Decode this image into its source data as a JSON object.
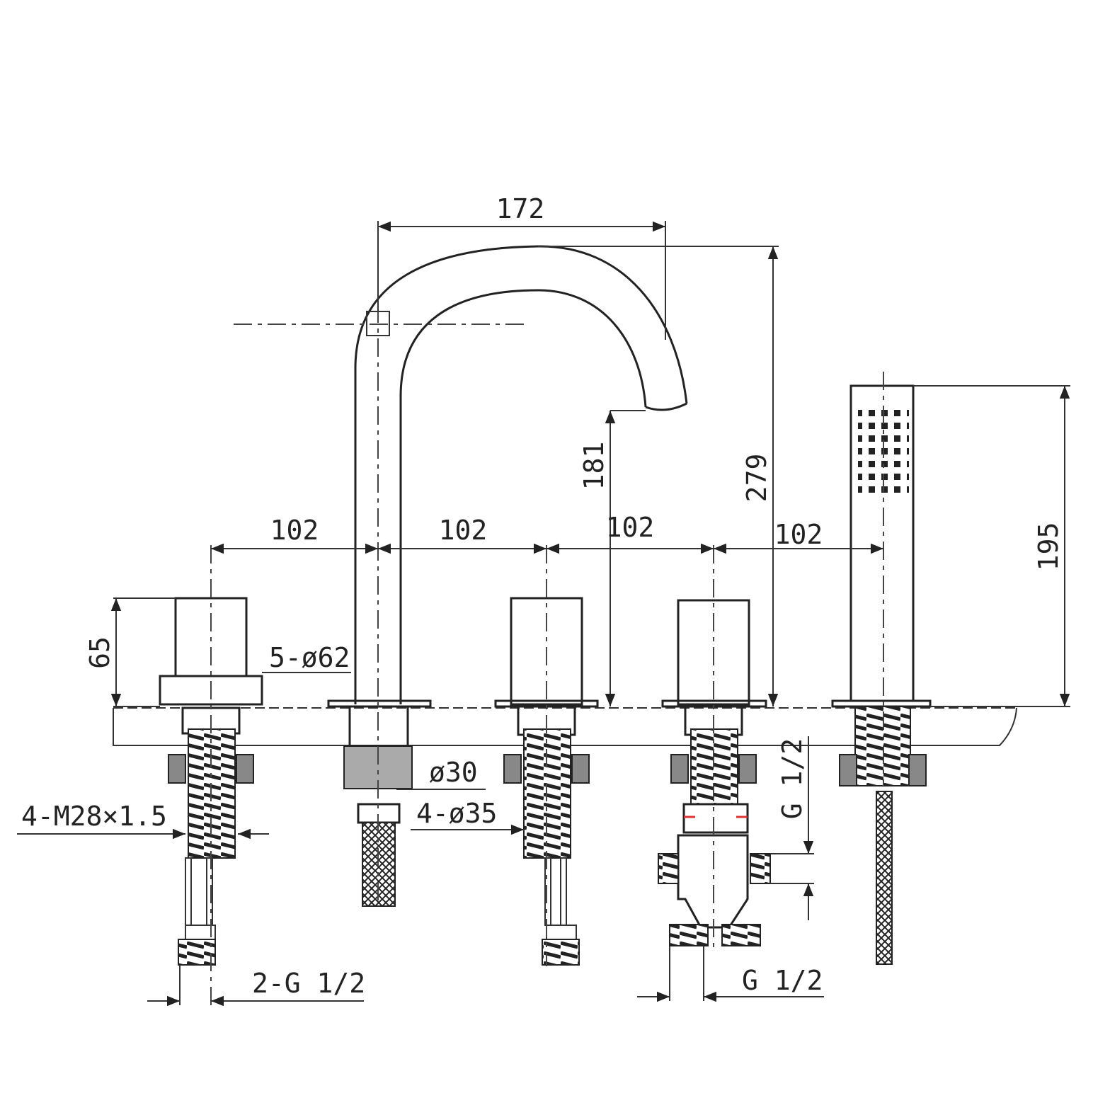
{
  "dimensions": {
    "spout_reach": "172",
    "spout_height": "181",
    "overall_height": "279",
    "spacing_1": "102",
    "spacing_2": "102",
    "spacing_3": "102",
    "spacing_4": "102",
    "handle_height": "65",
    "shower_height": "195",
    "hole_diameter": "5-ø62",
    "spout_shank_diameter": "ø30",
    "shank_diameter": "4-ø35",
    "thread": "4-M28×1.5",
    "inlet_connections": "2-G 1/2",
    "diverter_outlet": "G 1/2",
    "diverter_inlet": "G 1/2"
  }
}
